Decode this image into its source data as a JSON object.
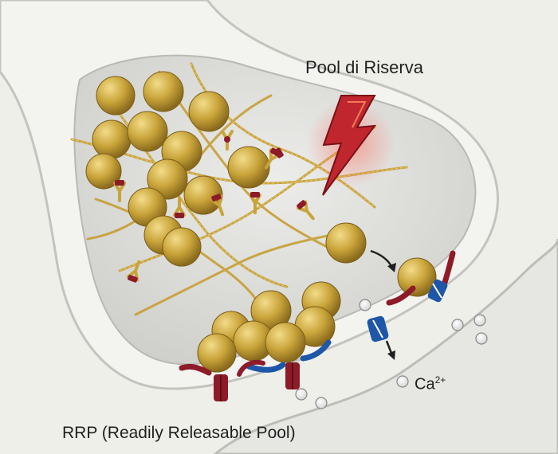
{
  "labels": {
    "reserve_pool": "Pool di Riserva",
    "rrp": "RRP (Readily Releasable Pool)",
    "calcium_base": "Ca",
    "calcium_charge": "2+"
  },
  "colors": {
    "background": "#efefea",
    "membrane": "#f3f3f0",
    "terminal_inside": "#dcdcd8",
    "vesicle": "#c9a43a",
    "actin": "#c8a23c",
    "synapsin": "#8e1b28",
    "blue_protein": "#1e56a8",
    "lightning": "#c0262e"
  },
  "icons": [
    "lightning-icon",
    "arrow-icon"
  ]
}
